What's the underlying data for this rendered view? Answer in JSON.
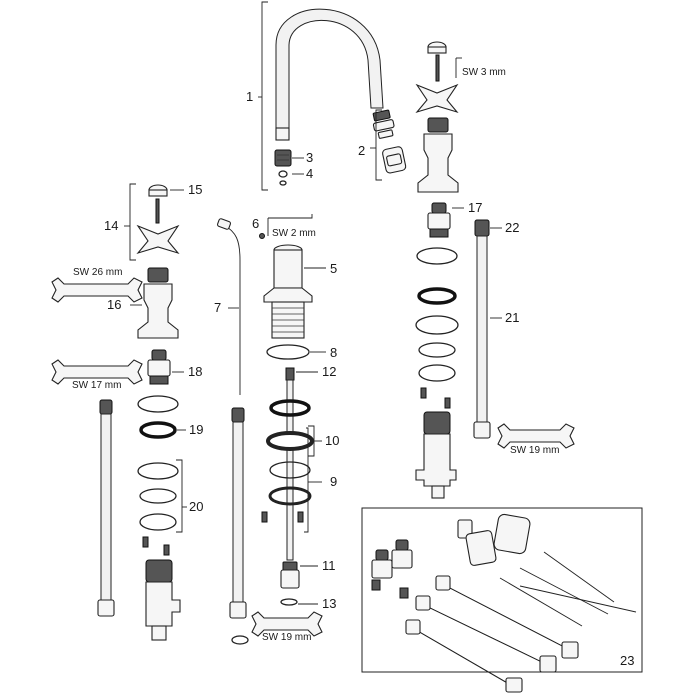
{
  "labels": {
    "p1": "1",
    "p2": "2",
    "p3": "3",
    "p4": "4",
    "p5": "5",
    "p6": "6",
    "p7": "7",
    "p8": "8",
    "p9": "9",
    "p10": "10",
    "p11": "11",
    "p12": "12",
    "p13": "13",
    "p14": "14",
    "p15": "15",
    "p16": "16",
    "p17": "17",
    "p18": "18",
    "p19": "19",
    "p20": "20",
    "p21": "21",
    "p22": "22",
    "p23": "23"
  },
  "wrench_sizes": {
    "sw3": "SW 3 mm",
    "sw2": "SW 2 mm",
    "sw26": "SW 26 mm",
    "sw17": "SW 17 mm",
    "sw19a": "SW 19 mm",
    "sw19b": "SW 19 mm"
  }
}
